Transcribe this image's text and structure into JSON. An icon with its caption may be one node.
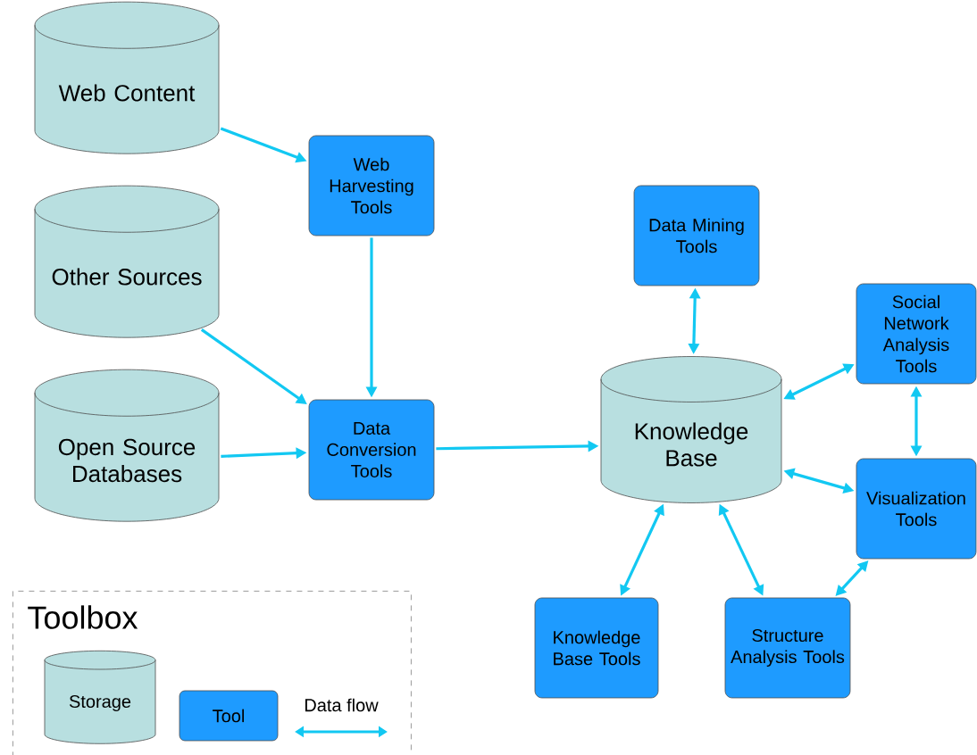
{
  "diagram": {
    "nodes": [
      {
        "text": [
          "Web Content"
        ]
      },
      {
        "text": [
          "Other Sources"
        ]
      },
      {
        "text": [
          "Open Source Databases"
        ]
      },
      {
        "text": [
          "Web Harvesting Tools"
        ]
      },
      {
        "text": [
          "Data Conversion Tools"
        ]
      },
      {
        "text": [
          "Data Mining Tools"
        ]
      },
      {
        "text": [
          "Knowledge Base"
        ]
      },
      {
        "text": [
          "Social Network Analysis Tools"
        ]
      },
      {
        "text": [
          "Visualization Tools"
        ]
      },
      {
        "text": [
          "Knowledge Base Tools"
        ]
      },
      {
        "text": [
          "Structure Analysis Tools"
        ]
      },
      {
        "text": [
          "Toolbox"
        ]
      }
    ],
    "edges": [
      {
        "from": 0,
        "to": 3,
        "arrow": "to"
      },
      {
        "from": 1,
        "to": 4,
        "arrow": "to"
      },
      {
        "from": 2,
        "to": 4,
        "arrow": "to"
      },
      {
        "from": 3,
        "to": 4,
        "arrow": "to"
      },
      {
        "from": 4,
        "to": 6,
        "arrow": "to"
      },
      {
        "from": 5,
        "to": 6,
        "arrow": "both"
      },
      {
        "from": 6,
        "to": 7,
        "arrow": "both"
      },
      {
        "from": 7,
        "to": 8,
        "arrow": "both"
      },
      {
        "from": 6,
        "to": 8,
        "arrow": "both"
      },
      {
        "from": 6,
        "to": 9,
        "arrow": "both"
      },
      {
        "from": 6,
        "to": 10,
        "arrow": "both"
      },
      {
        "from": 10,
        "to": 8,
        "arrow": "both"
      }
    ],
    "legend": [
      {
        "text": "Storage"
      },
      {
        "text": "Tool",
        "color": "#1e9bff"
      },
      {
        "text": "Data flow"
      }
    ]
  }
}
